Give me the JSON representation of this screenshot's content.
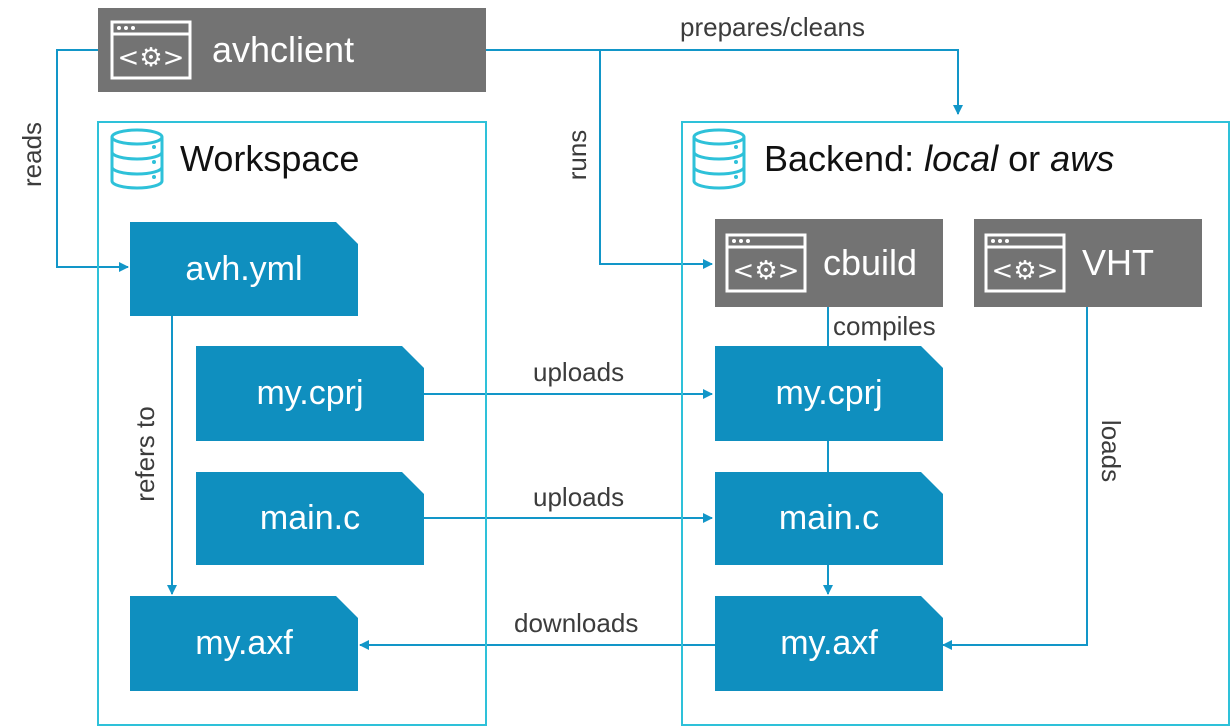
{
  "nodes": {
    "avhclient": "avhclient",
    "cbuild": "cbuild",
    "vht": "VHT",
    "workspace": "Workspace",
    "backend": {
      "prefix": "Backend: ",
      "local": "local",
      "or": " or ",
      "aws": "aws"
    }
  },
  "files": {
    "workspace": {
      "avh_yml": "avh.yml",
      "my_cprj": "my.cprj",
      "main_c": "main.c",
      "my_axf": "my.axf"
    },
    "backend": {
      "my_cprj": "my.cprj",
      "main_c": "main.c",
      "my_axf": "my.axf"
    }
  },
  "edges": {
    "prepares": "prepares/cleans",
    "reads": "reads",
    "runs": "runs",
    "refers": "refers to",
    "compiles": "compiles",
    "uploads1": "uploads",
    "uploads2": "uploads",
    "downloads": "downloads",
    "loads": "loads"
  },
  "colors": {
    "frame": "#2ec1d9",
    "file": "#0f8fbf",
    "app": "#737373",
    "line": "#1296c8"
  }
}
